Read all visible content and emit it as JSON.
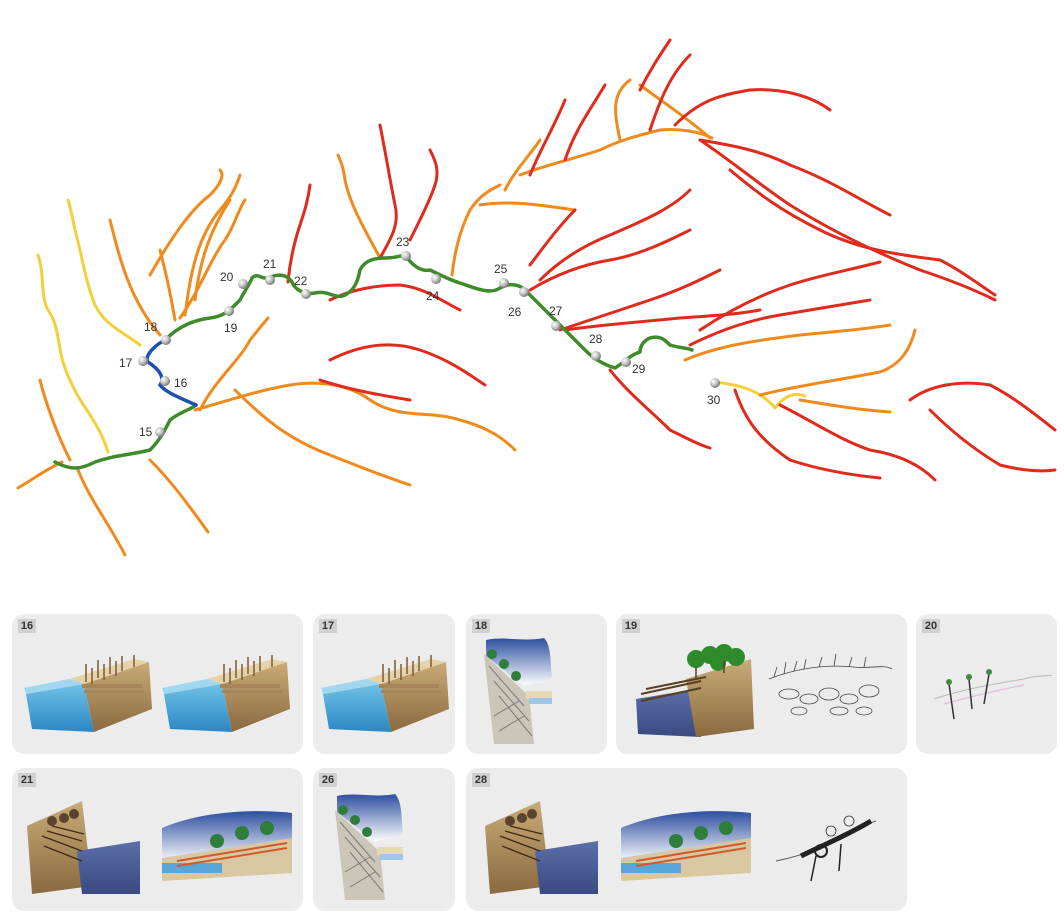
{
  "stations": [
    {
      "label": "15"
    },
    {
      "label": "16"
    },
    {
      "label": "17"
    },
    {
      "label": "18"
    },
    {
      "label": "19"
    },
    {
      "label": "20"
    },
    {
      "label": "21"
    },
    {
      "label": "22"
    },
    {
      "label": "23"
    },
    {
      "label": "24"
    },
    {
      "label": "25"
    },
    {
      "label": "26"
    },
    {
      "label": "27"
    },
    {
      "label": "28"
    },
    {
      "label": "29"
    },
    {
      "label": "30"
    }
  ],
  "panels": [
    {
      "label": "16",
      "illustrations": [
        "bank-planted-stakes",
        "bank-sloped-stakes"
      ]
    },
    {
      "label": "17",
      "illustrations": [
        "bank-planted-stakes"
      ]
    },
    {
      "label": "18",
      "illustrations": [
        "riprap-slope-vegetated"
      ]
    },
    {
      "label": "19",
      "illustrations": [
        "log-crib-wall-trees",
        "stone-rubble-sketch"
      ]
    },
    {
      "label": "20",
      "illustrations": [
        "live-stake-sketch"
      ]
    },
    {
      "label": "21",
      "illustrations": [
        "brush-layer-bank",
        "fascine-bank-trees"
      ]
    },
    {
      "label": "26",
      "illustrations": [
        "riprap-slope-vegetated"
      ]
    },
    {
      "label": "28",
      "illustrations": [
        "brush-layer-bank",
        "fascine-bank-trees",
        "log-anchor-sketch"
      ]
    }
  ],
  "colors": {
    "main_stem": "#3f8a2b",
    "blue_reach": "#1f4fb0",
    "tributary_red": "#e02a1c",
    "tributary_orange": "#f08a1c",
    "tributary_yellow": "#f4cf3a",
    "panel_bg": "#ececec"
  }
}
